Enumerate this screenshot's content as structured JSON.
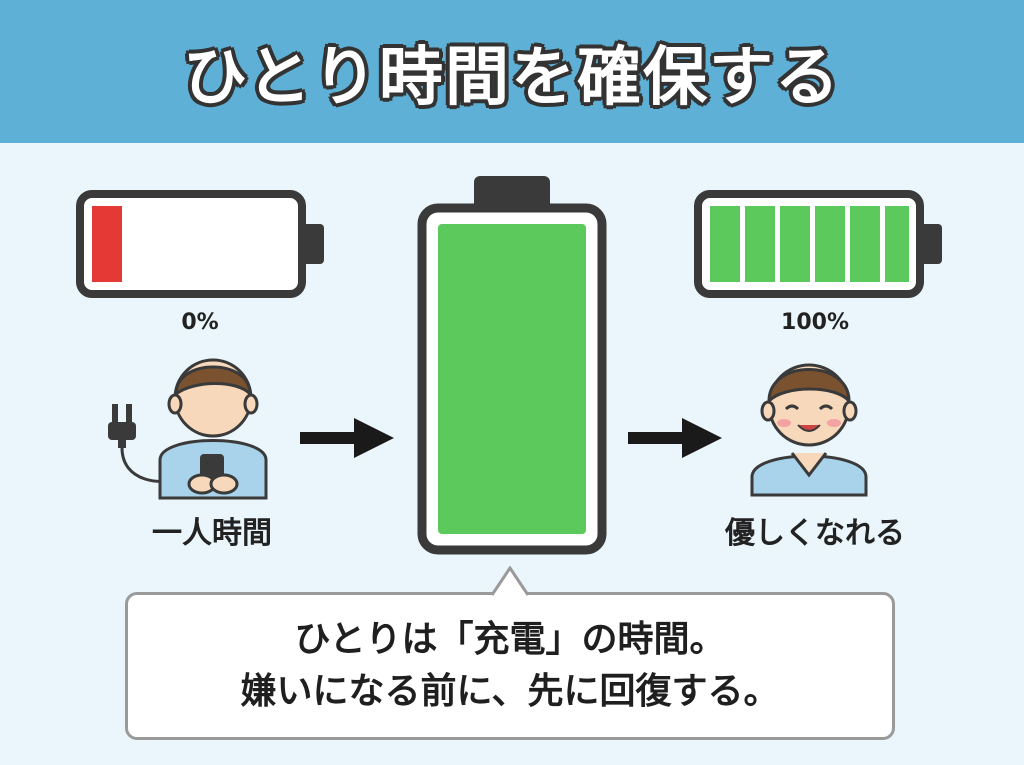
{
  "header": {
    "title": "ひとり時間を確保する",
    "background_color": "#5fb0d6"
  },
  "left": {
    "battery_level_percent": 0,
    "percent_label": "0%",
    "caption": "一人時間",
    "battery_color": "#e53935",
    "character": "person-looking-at-phone",
    "icon": "plug-icon"
  },
  "center": {
    "battery_level_percent": 100,
    "battery_color": "#5cc95c"
  },
  "right": {
    "battery_level_percent": 100,
    "percent_label": "100%",
    "caption": "優しくなれる",
    "segments": 6,
    "battery_color": "#5cc95c",
    "character": "smiling-person"
  },
  "message": {
    "line1": "ひとりは「充電」の時間。",
    "line2": "嫌いになる前に、先に回復する。"
  },
  "colors": {
    "page_background": "#eaf6fb",
    "battery_outline": "#3a3a3a",
    "arrow": "#1a1a1a"
  }
}
